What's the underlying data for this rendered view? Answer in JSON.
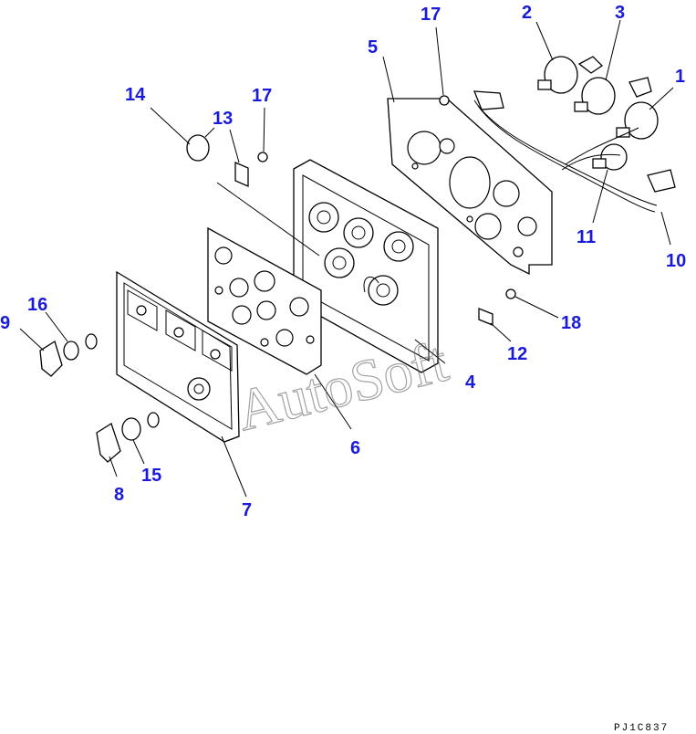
{
  "diagram": {
    "callouts": [
      {
        "id": "1",
        "label": "1"
      },
      {
        "id": "2",
        "label": "2"
      },
      {
        "id": "3",
        "label": "3"
      },
      {
        "id": "4",
        "label": "4"
      },
      {
        "id": "5",
        "label": "5"
      },
      {
        "id": "6",
        "label": "6"
      },
      {
        "id": "7",
        "label": "7"
      },
      {
        "id": "8",
        "label": "8"
      },
      {
        "id": "9",
        "label": "9"
      },
      {
        "id": "10",
        "label": "10"
      },
      {
        "id": "11",
        "label": "11"
      },
      {
        "id": "12",
        "label": "12"
      },
      {
        "id": "13",
        "label": "13"
      },
      {
        "id": "14",
        "label": "14"
      },
      {
        "id": "15",
        "label": "15"
      },
      {
        "id": "16",
        "label": "16"
      },
      {
        "id": "17a",
        "label": "17"
      },
      {
        "id": "17b",
        "label": "17"
      },
      {
        "id": "18",
        "label": "18"
      }
    ],
    "watermark": "AutoSoft",
    "drawing_code": "PJ1C837",
    "colors": {
      "callout": "#1a1adc",
      "line": "#000000",
      "background": "#ffffff"
    }
  }
}
